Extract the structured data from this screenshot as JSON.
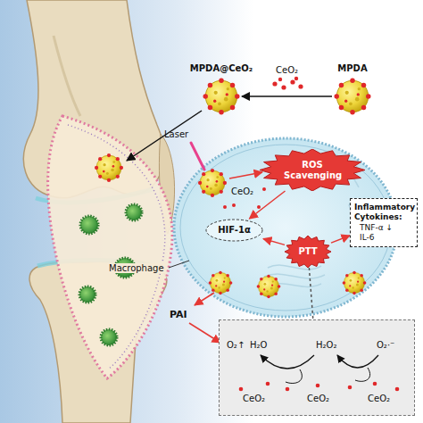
{
  "diagram": {
    "nodes": [
      {
        "text": [
          "MPDA@CeO₂"
        ]
      },
      {
        "text": [
          "MPDA"
        ]
      },
      {
        "text": [
          "ROS Scavenging"
        ]
      },
      {
        "text": [
          "HIF-1α"
        ]
      },
      {
        "text": [
          "PTT"
        ]
      },
      {
        "text": [
          "Inflammatory Cytokines:",
          "TNF-α ↓",
          "IL-6"
        ]
      },
      {
        "text": [
          "O₂↑",
          "H₂O",
          "H₂O₂",
          "O₂·⁻",
          "CeO₂",
          "CeO₂",
          "CeO₂"
        ]
      }
    ],
    "edges": [
      {
        "from": 1,
        "to": 0,
        "arrow": "to"
      },
      {
        "from": 2,
        "to": 3,
        "arrow": "to"
      },
      {
        "from": 4,
        "to": 3,
        "arrow": "to"
      },
      {
        "from": 4,
        "to": 5,
        "arrow": "to"
      },
      {
        "from": 4,
        "to": 6,
        "arrow": "none"
      }
    ],
    "labels": [
      "CeO₂",
      "Laser",
      "CeO₂",
      "Macrophage",
      "PAI"
    ]
  }
}
